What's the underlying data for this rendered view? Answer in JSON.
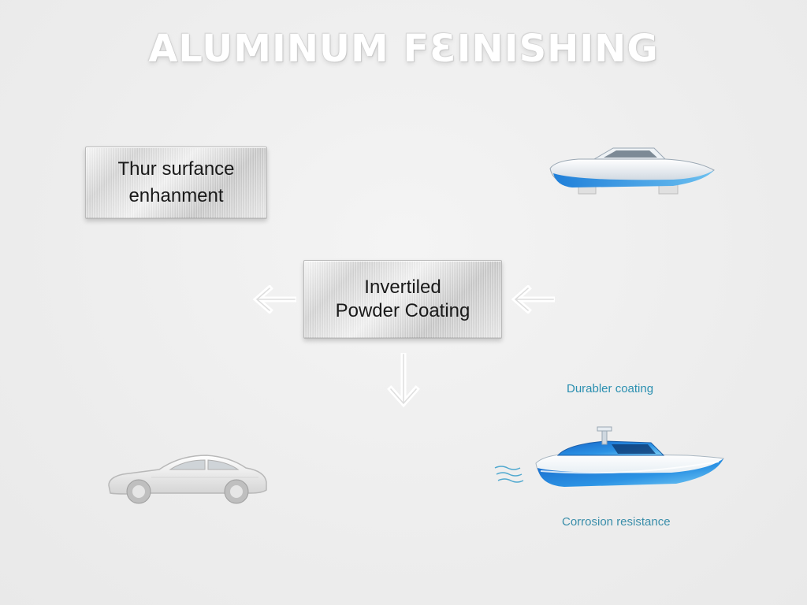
{
  "title": "ALUMINUM FƐINISHING",
  "nodes": {
    "top_left": {
      "line1": "Thur surfance",
      "line2": "enhanment"
    },
    "center": {
      "line1": "Invertiled",
      "line2": "Powder Coating"
    }
  },
  "captions": {
    "durable": "Durabler coating",
    "corrosion": "Corrosion resistance"
  },
  "icons": {
    "boat_top": "speedboat-icon",
    "boat_bottom": "speedboat-icon",
    "car": "sports-car-icon",
    "wave": "wave-icon"
  },
  "colors": {
    "background": "#efefef",
    "accent_blue": "#2a8fd6",
    "caption_teal": "#2a8fb0",
    "plate_silver": "#d9d9d9"
  }
}
